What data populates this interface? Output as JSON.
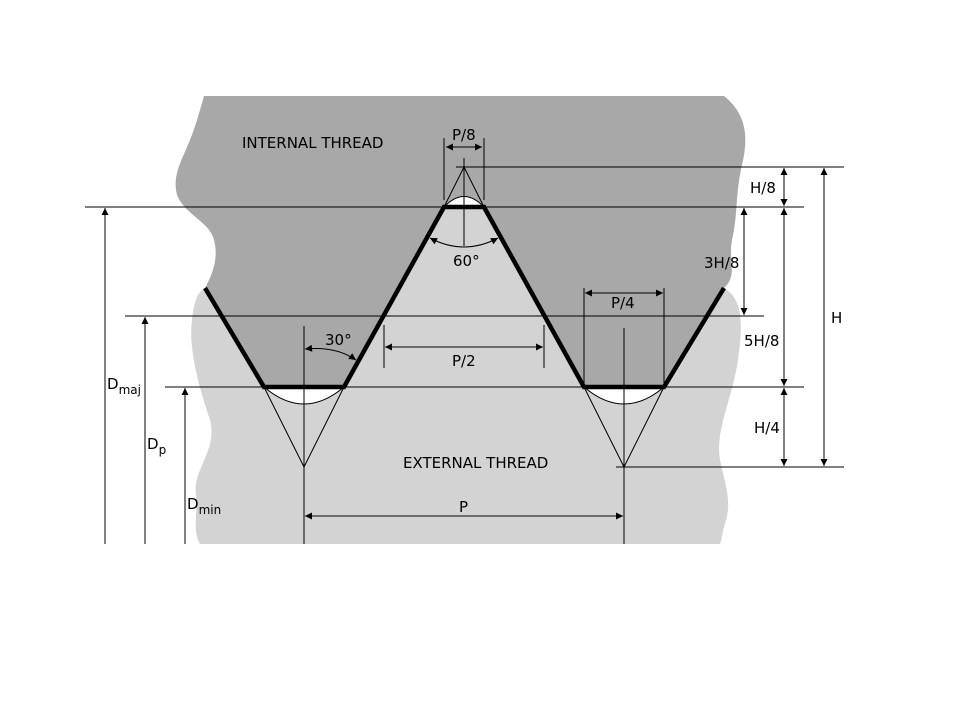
{
  "labels": {
    "internal_thread": "INTERNAL THREAD",
    "external_thread": "EXTERNAL THREAD",
    "p8": "P/8",
    "p4": "P/4",
    "p2": "P/2",
    "p": "P",
    "angle60": "60°",
    "angle30": "30°",
    "h8": "H/8",
    "h3_8": "3H/8",
    "h5_8": "5H/8",
    "h4": "H/4",
    "h": "H",
    "dmaj_main": "D",
    "dmaj_sub": "maj",
    "dp_main": "D",
    "dp_sub": "p",
    "dmin_main": "D",
    "dmin_sub": "min"
  },
  "colors": {
    "internal_fill": "#a8a8a8",
    "external_fill": "#d3d3d3",
    "profile": "#000000"
  }
}
